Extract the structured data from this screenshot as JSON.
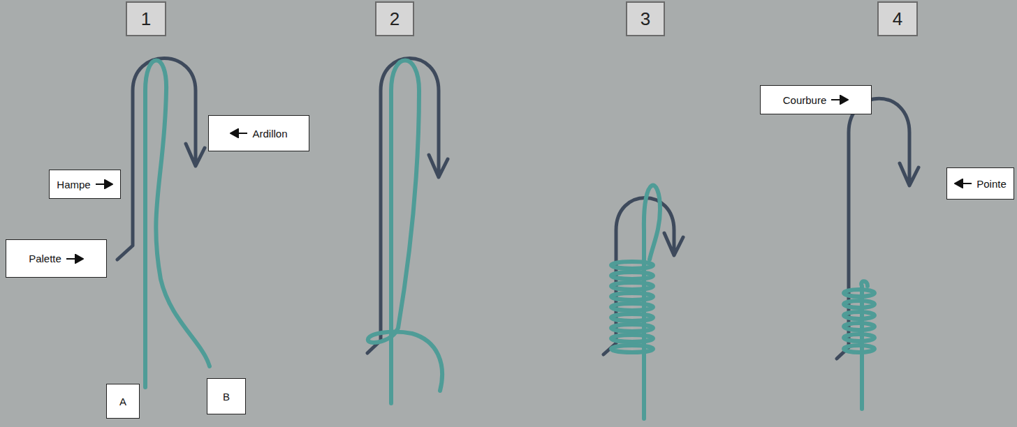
{
  "diagram": {
    "nodes": [
      {
        "text": [
          "1"
        ]
      },
      {
        "text": [
          "2"
        ]
      },
      {
        "text": [
          "3"
        ]
      },
      {
        "text": [
          "4"
        ]
      },
      {
        "text": [
          "Courbure"
        ]
      },
      {
        "text": [
          "Ardillon"
        ]
      },
      {
        "text": [
          "Hampe"
        ]
      },
      {
        "text": [
          "Pointe"
        ]
      },
      {
        "text": [
          "Palette"
        ]
      },
      {
        "text": [
          "A"
        ]
      },
      {
        "text": [
          "B"
        ]
      }
    ]
  }
}
